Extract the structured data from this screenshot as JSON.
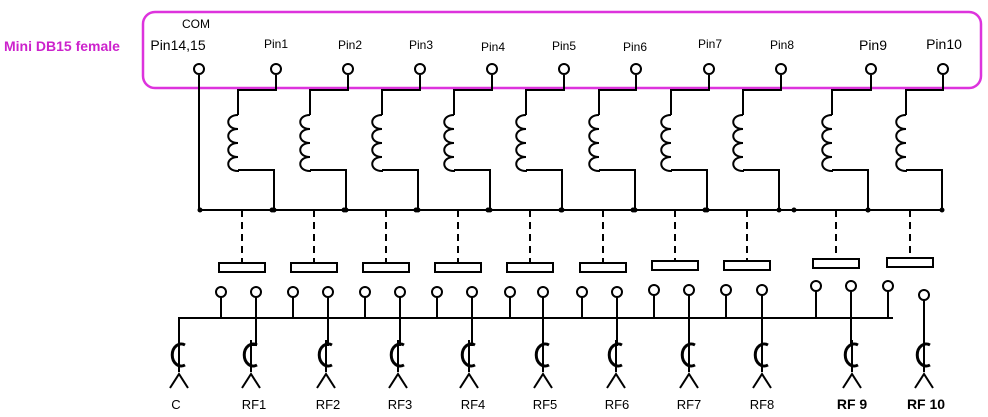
{
  "connector": {
    "label": "Mini DB15 female",
    "com_label": "COM",
    "color": "#dd33dd"
  },
  "pins": [
    "Pin14,15",
    "Pin1",
    "Pin2",
    "Pin3",
    "Pin4",
    "Pin5",
    "Pin6",
    "Pin7",
    "Pin8",
    "Pin9",
    "Pin10"
  ],
  "rf_labels": [
    "C",
    "RF1",
    "RF2",
    "RF3",
    "RF4",
    "RF5",
    "RF6",
    "RF7",
    "RF8",
    "RF 9",
    "RF 10"
  ]
}
